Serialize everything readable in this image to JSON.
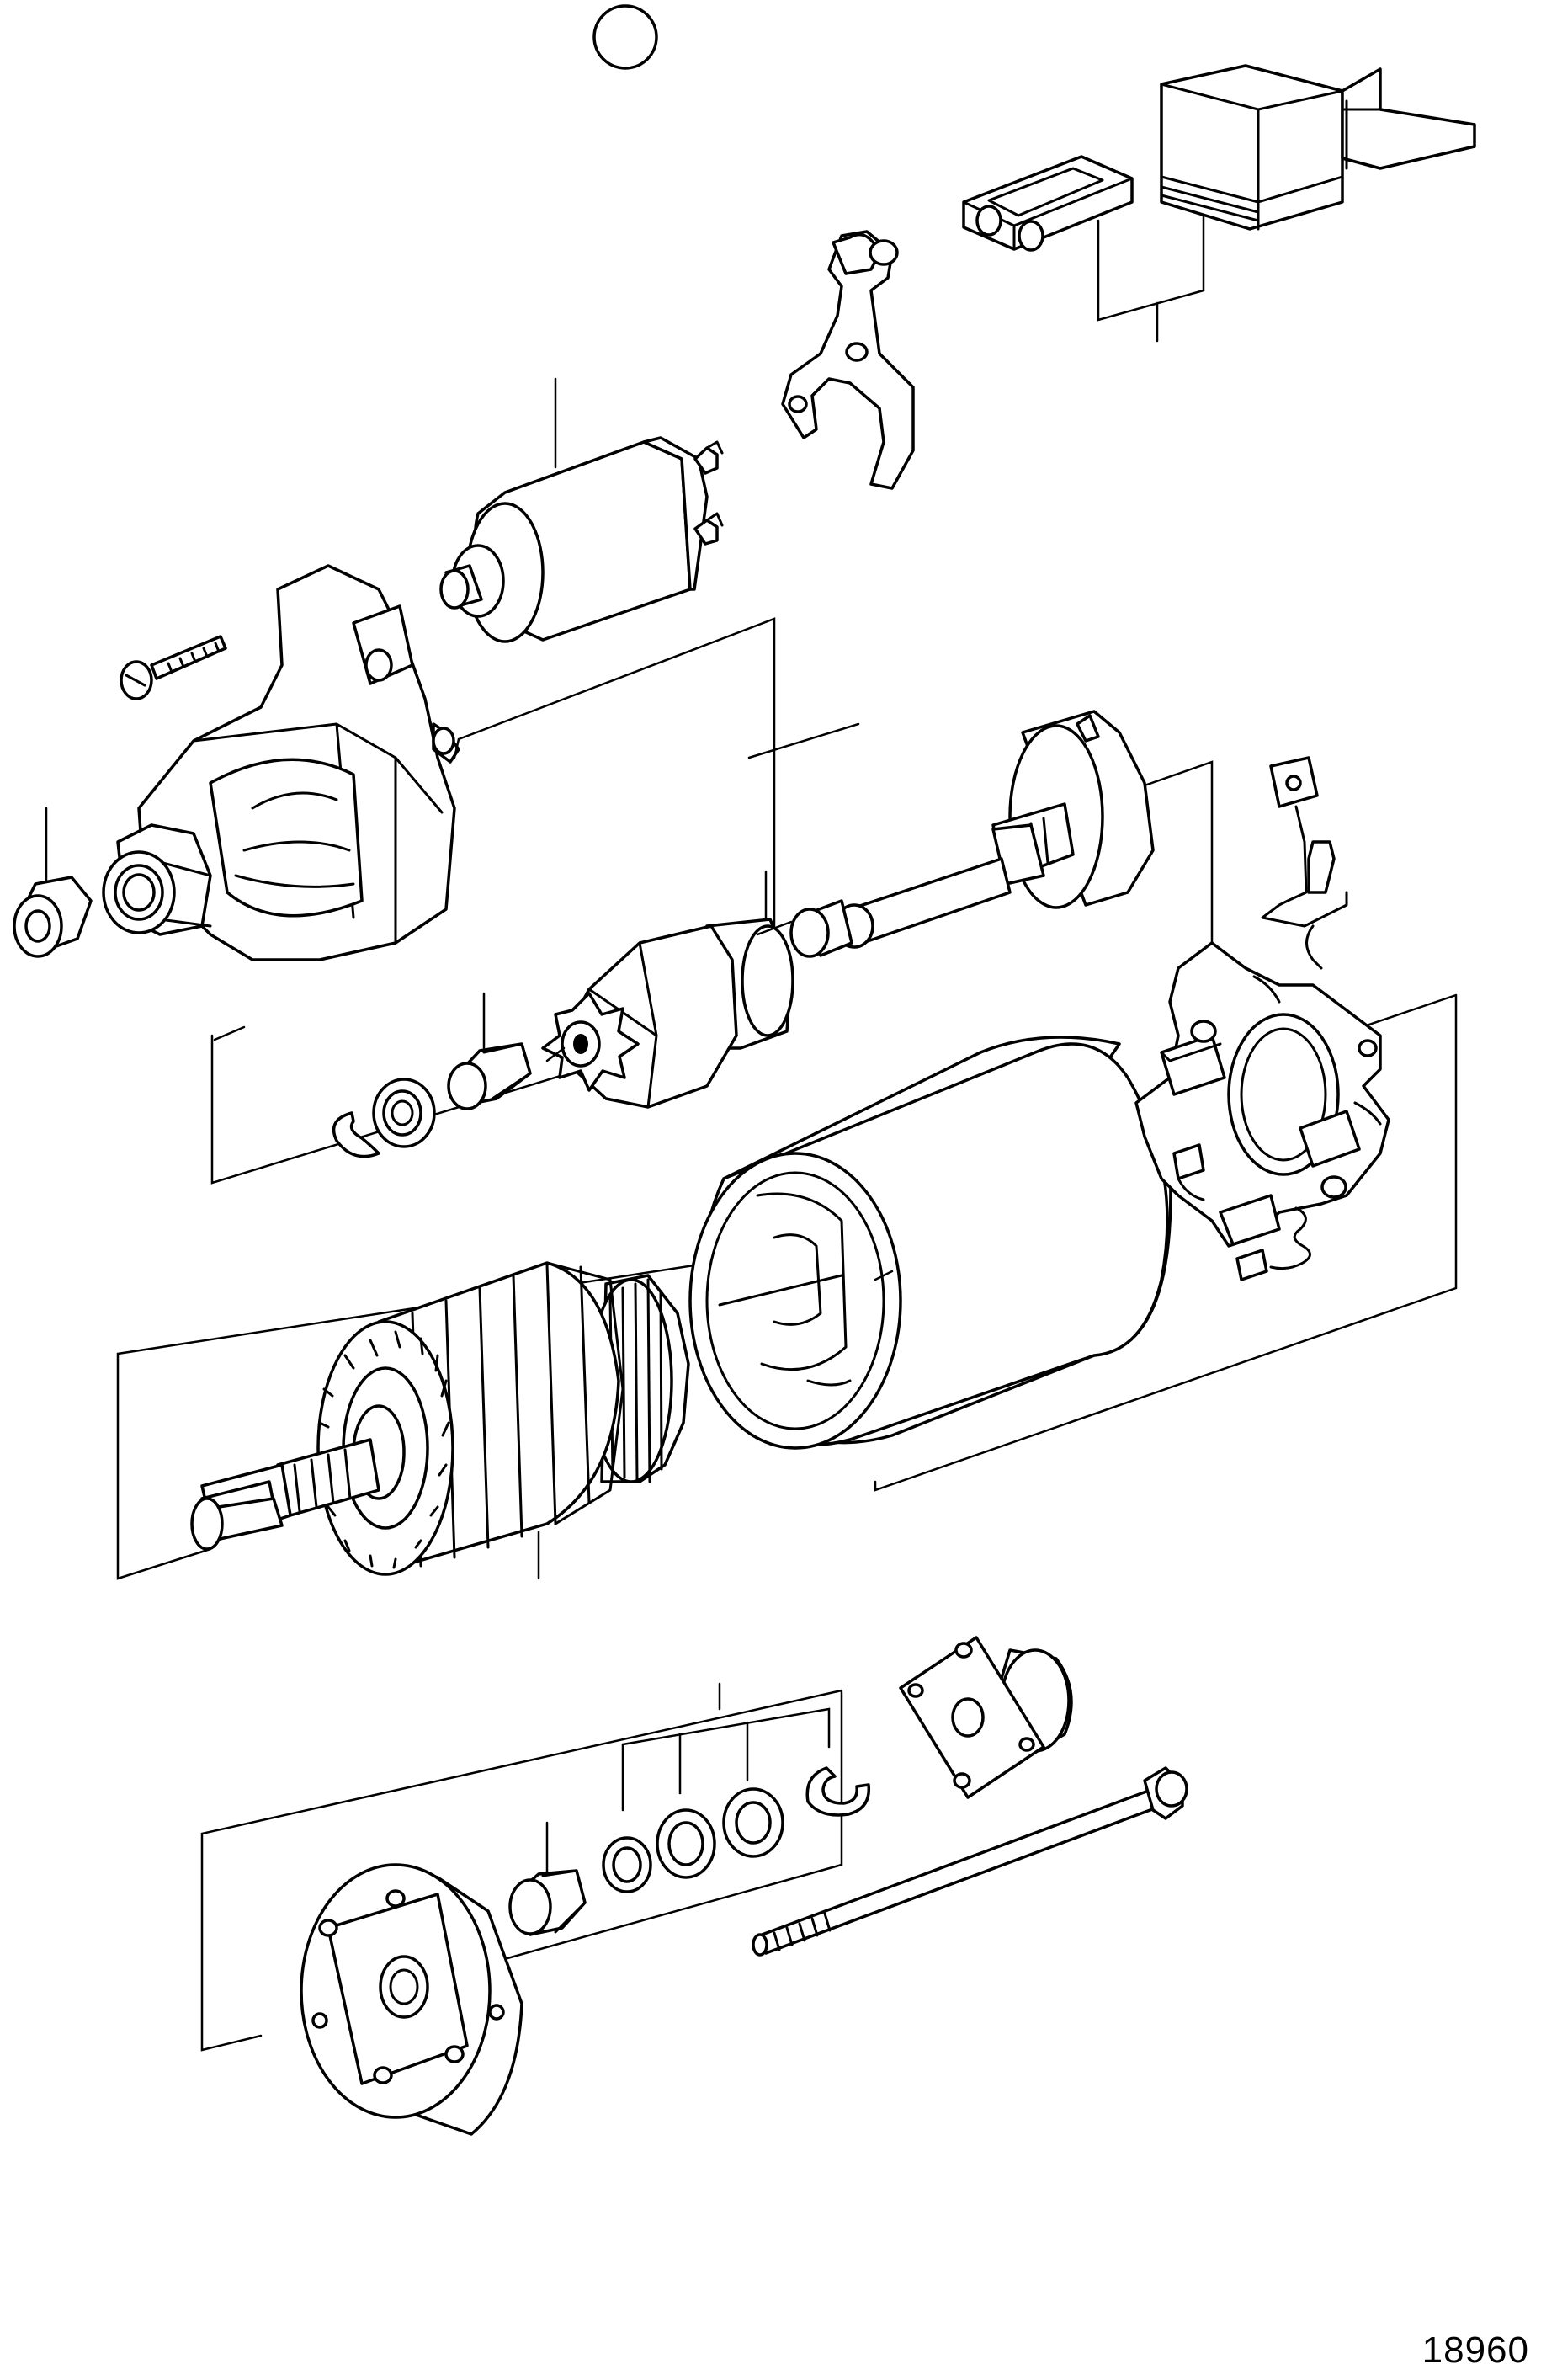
{
  "figure_number": "18960",
  "colors": {
    "line": "#000000",
    "background": "#ffffff"
  },
  "parts": [
    "index-circle",
    "brush-kit-box",
    "spring-clip",
    "fork-lever",
    "solenoid",
    "screw",
    "drive-end-housing",
    "bushing-front",
    "drive-shaft-gear",
    "pinion-drive",
    "bushing-drive",
    "seal-ring",
    "circlip-drive",
    "field-frame",
    "armature",
    "brush-holder",
    "brush-lead",
    "end-cover",
    "bushing-rear",
    "washer-set",
    "circlip-rear",
    "cover-cap",
    "through-bolt"
  ]
}
